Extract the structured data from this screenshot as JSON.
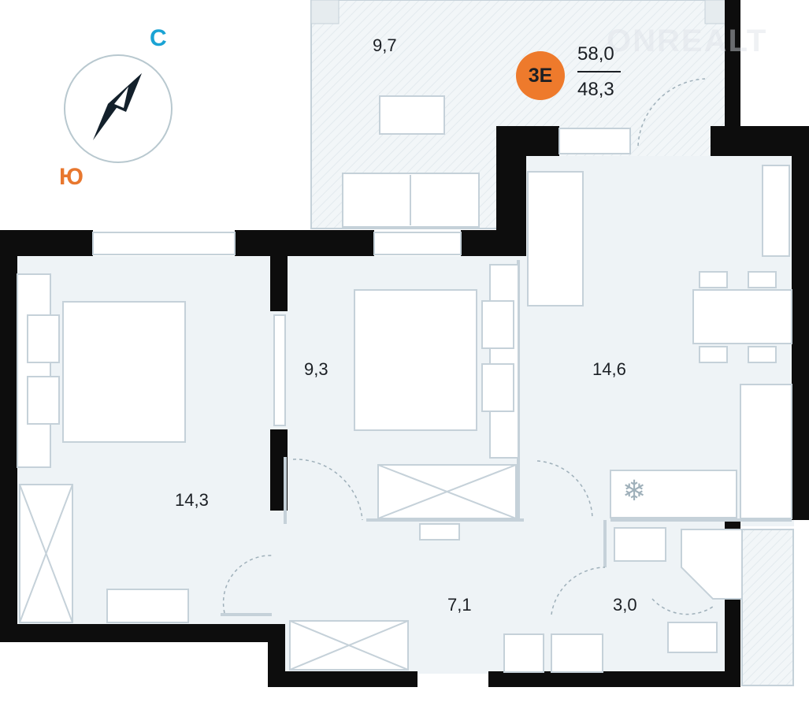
{
  "compass": {
    "north_label": "С",
    "south_label": "Ю"
  },
  "apartment": {
    "badge": "3E",
    "total_area": "58,0",
    "living_area": "48,3"
  },
  "watermark": "ONREALT",
  "rooms": [
    {
      "name": "balcony",
      "area": "9,7"
    },
    {
      "name": "bedroom-left",
      "area": "14,3"
    },
    {
      "name": "bedroom-middle",
      "area": "9,3"
    },
    {
      "name": "living-kitchen",
      "area": "14,6"
    },
    {
      "name": "hallway",
      "area": "7,1"
    },
    {
      "name": "bathroom",
      "area": "3,0"
    }
  ],
  "colors": {
    "wall": "#0d0d0d",
    "floor": "#eef3f6",
    "furniture": "#c5d1d9",
    "accent": "#ee7a2c",
    "north": "#1aa3d4"
  }
}
